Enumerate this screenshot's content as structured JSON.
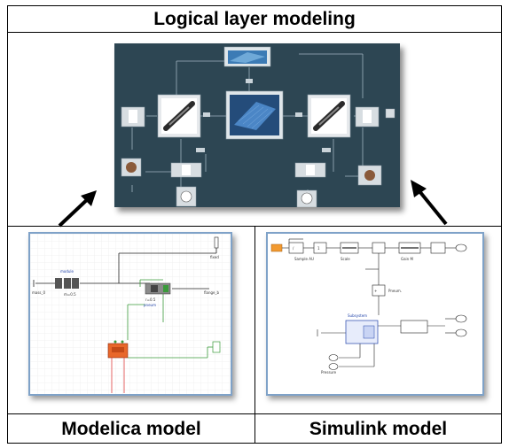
{
  "title": "Logical layer modeling",
  "captions": {
    "modelica": "Modelica model",
    "simulink": "Simulink model"
  },
  "icons": {
    "arrow_left": "arrow-up-right-icon",
    "arrow_right": "arrow-up-left-icon"
  },
  "colors": {
    "logical_background": "#2d4653",
    "model_frame": "#7fa2c8",
    "modelica_orange": "#e8672a",
    "modelica_green": "#3a9a3a",
    "simulink_orange": "#f29a30"
  }
}
